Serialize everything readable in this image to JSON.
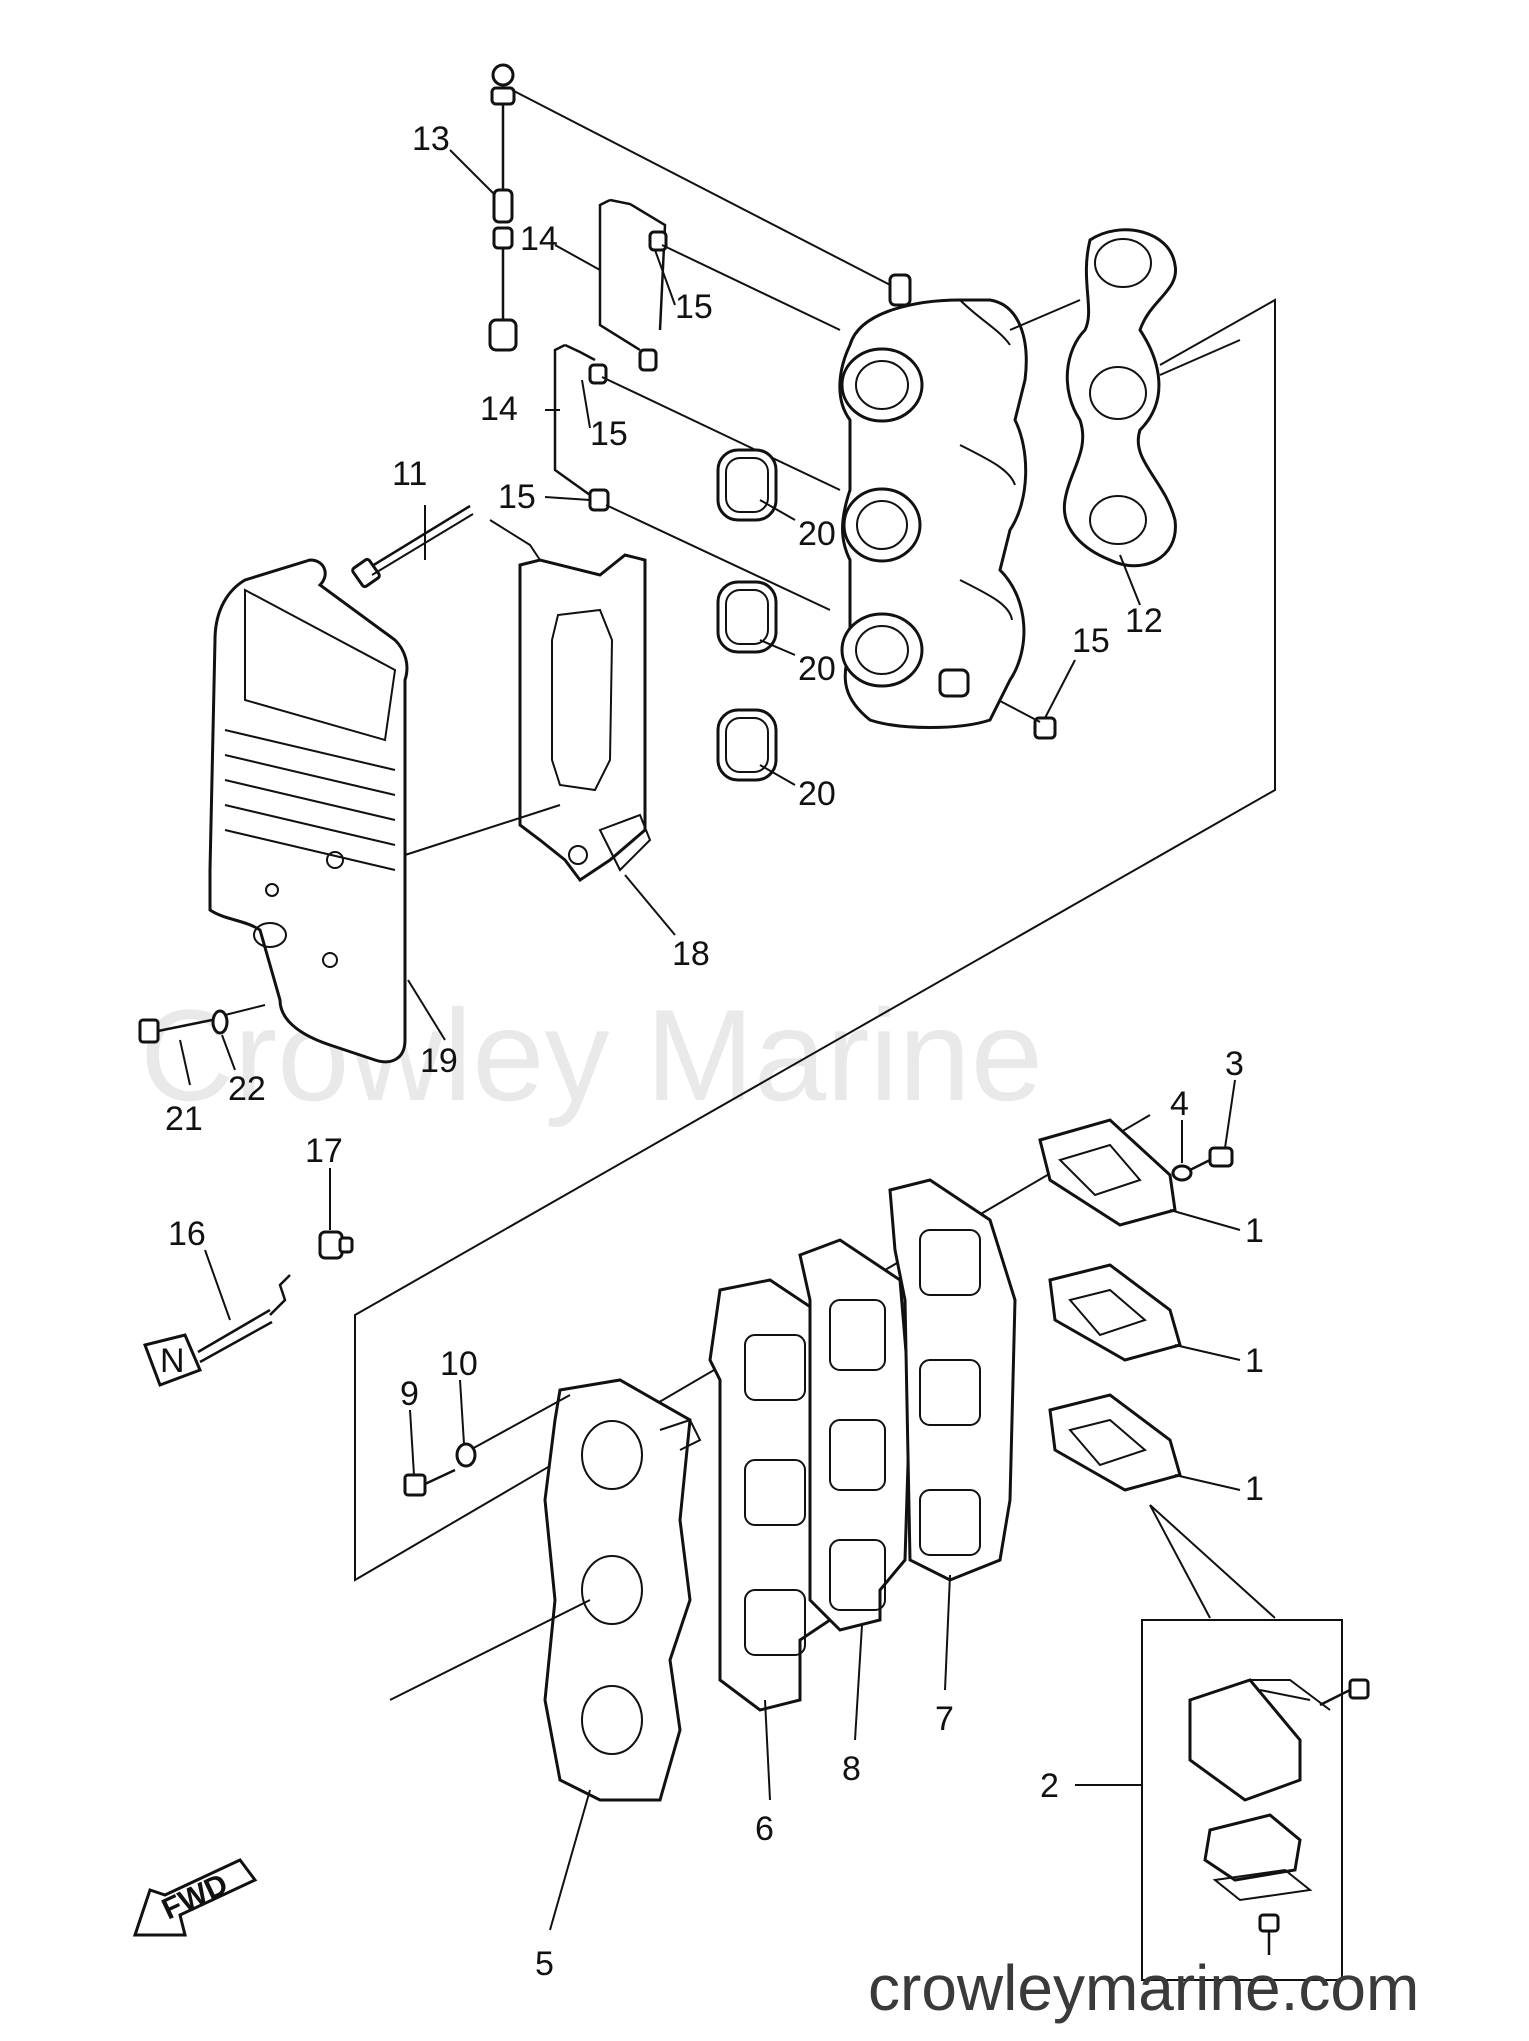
{
  "watermark": "Crowley Marine",
  "site": "crowleymarine.com",
  "fwd_label": "FWD",
  "icons": [
    "fwd-arrow-icon"
  ],
  "labels": {
    "p13": "13",
    "p14a": "14",
    "p14b": "14",
    "p15a": "15",
    "p15b": "15",
    "p15c": "15",
    "p15d": "15",
    "p11": "11",
    "p20a": "20",
    "p20b": "20",
    "p20c": "20",
    "p12": "12",
    "p18": "18",
    "p19": "19",
    "p21": "21",
    "p22": "22",
    "p17": "17",
    "p16": "16",
    "p4": "4",
    "p3": "3",
    "p1a": "1",
    "p1b": "1",
    "p1c": "1",
    "p10": "10",
    "p9": "9",
    "p6": "6",
    "p8": "8",
    "p7": "7",
    "p5": "5",
    "p2": "2"
  }
}
